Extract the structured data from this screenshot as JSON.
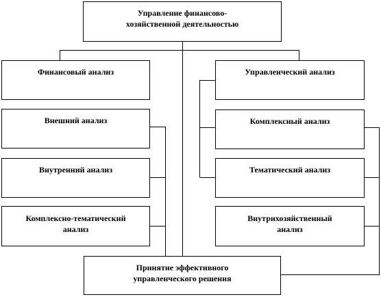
{
  "diagram": {
    "root": {
      "line1": "Управление финансово-",
      "line2": "хозяйственной деятельностью"
    },
    "left": {
      "header": "Финансовый анализ",
      "items": [
        {
          "line1": "Внешний анализ",
          "line2": ""
        },
        {
          "line1": "Внутренний анализ",
          "line2": ""
        },
        {
          "line1": "Комплексно-тематический",
          "line2": "анализ"
        }
      ]
    },
    "right": {
      "header": "Управленческий анализ",
      "items": [
        {
          "line1": "Комплексный анализ",
          "line2": ""
        },
        {
          "line1": "Тематический анализ",
          "line2": ""
        },
        {
          "line1": "Внутрихозяйственный",
          "line2": "анализ"
        }
      ]
    },
    "result": {
      "line1": "Принятие эффективного",
      "line2": "управленческого решения"
    }
  }
}
